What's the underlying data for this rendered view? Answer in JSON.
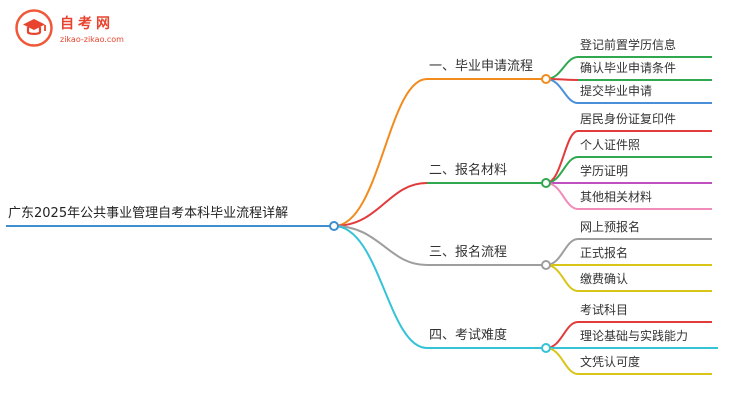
{
  "logo": {
    "name": "自考网",
    "domain": "zikao-zikao.com",
    "color": "#e8432e"
  },
  "root": {
    "label": "广东2025年公共事业管理自考本科毕业流程详解",
    "color": "#3e8ed0"
  },
  "branches": [
    {
      "label": "一、毕业申请流程",
      "color": "#f28b1d",
      "line": "#f28b1d",
      "children": [
        {
          "label": "登记前置学历信息",
          "color": "#2fa84f",
          "line": "#2fa84f"
        },
        {
          "label": "确认毕业申请条件",
          "color": "#2fa84f",
          "line": "#e23b3c"
        },
        {
          "label": "提交毕业申请",
          "color": "#4a90d9",
          "line": "#4a90d9"
        }
      ]
    },
    {
      "label": "二、报名材料",
      "color": "#2fa84f",
      "line": "#e23b3c",
      "children": [
        {
          "label": "居民身份证复印件",
          "color": "#e23b3c",
          "line": "#e23b3c"
        },
        {
          "label": "个人证件照",
          "color": "#2fa84f",
          "line": "#2fa84f"
        },
        {
          "label": "学历证明",
          "color": "#c050c0",
          "line": "#c050c0"
        },
        {
          "label": "其他相关材料",
          "color": "#f08bba",
          "line": "#f08bba"
        }
      ]
    },
    {
      "label": "三、报名流程",
      "color": "#9e9e9e",
      "line": "#9e9e9e",
      "children": [
        {
          "label": "网上预报名",
          "color": "#9e9e9e",
          "line": "#9e9e9e"
        },
        {
          "label": "正式报名",
          "color": "#d9c516",
          "line": "#d9c516"
        },
        {
          "label": "缴费确认",
          "color": "#d9c516",
          "line": "#d9c516"
        }
      ]
    },
    {
      "label": "四、考试难度",
      "color": "#35c3d7",
      "line": "#35c3d7",
      "children": [
        {
          "label": "考试科目",
          "color": "#e23b3c",
          "line": "#e23b3c"
        },
        {
          "label": "理论基础与实践能力",
          "color": "#35c3d7",
          "line": "#35c3d7"
        },
        {
          "label": "文凭认可度",
          "color": "#d9c516",
          "line": "#d9c516"
        }
      ]
    }
  ]
}
